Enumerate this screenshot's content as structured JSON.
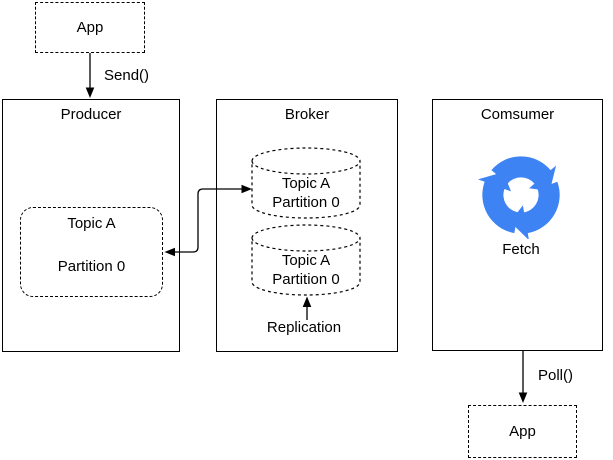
{
  "diagram": {
    "colors": {
      "line": "#000000",
      "background": "#ffffff",
      "accent_blue": "#3E83F4"
    },
    "app_top": {
      "label": "App"
    },
    "send_label": "Send()",
    "producer": {
      "title": "Producer",
      "partition_box": {
        "line1": "Topic A",
        "line2": "Partition 0"
      }
    },
    "broker": {
      "title": "Broker",
      "cylinders": [
        {
          "line1": "Topic A",
          "line2": "Partition 0"
        },
        {
          "line1": "Topic A",
          "line2": "Partition 0"
        }
      ],
      "replication_label": "Replication"
    },
    "consumer": {
      "title": "Comsumer",
      "icon": "sync-arrows-icon",
      "fetch_label": "Fetch"
    },
    "poll_label": "Poll()",
    "app_bottom": {
      "label": "App"
    }
  }
}
